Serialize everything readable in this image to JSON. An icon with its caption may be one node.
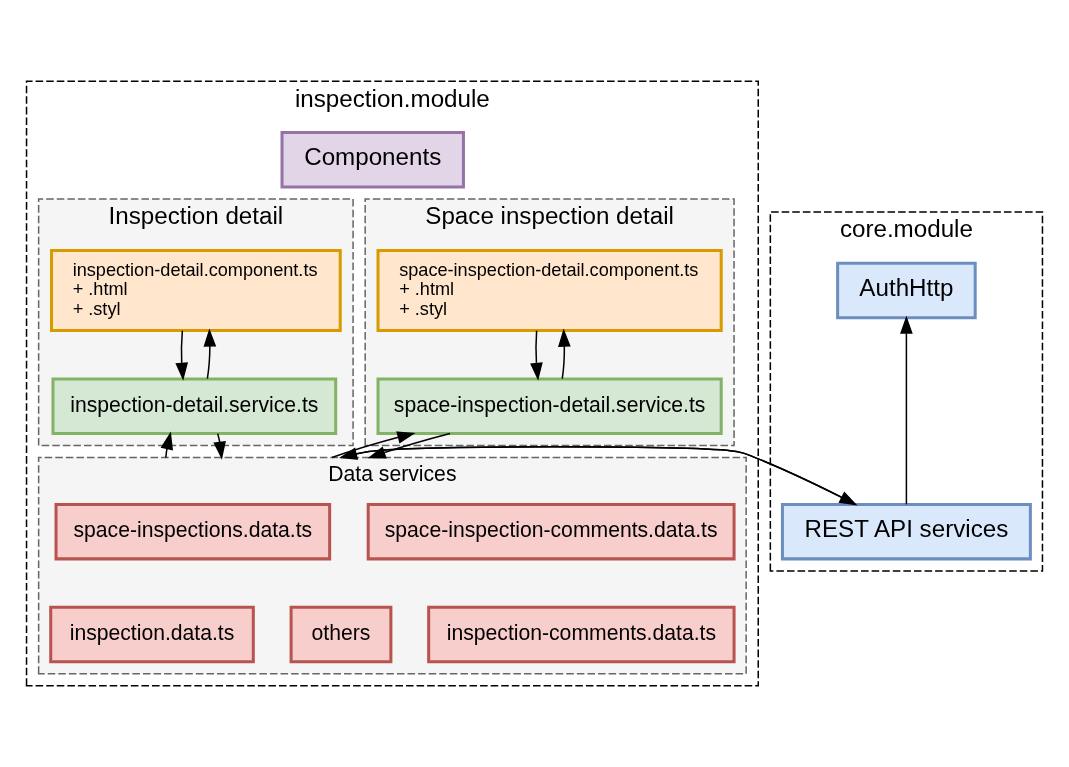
{
  "diagram": {
    "nodes": [
      {
        "text": [
          "inspection.module"
        ]
      },
      {
        "text": [
          "Components"
        ],
        "in": 0
      },
      {
        "text": [
          "Inspection detail"
        ],
        "in": 0
      },
      {
        "text": [
          "inspection-detail.component.ts",
          "+ .html",
          "+ .styl"
        ],
        "in": 2
      },
      {
        "text": [
          "inspection-detail.service.ts"
        ],
        "in": 2
      },
      {
        "text": [
          "Space inspection detail"
        ],
        "in": 0
      },
      {
        "text": [
          "space-inspection-detail.component.ts",
          "+ .html",
          "+ .styl"
        ],
        "in": 5
      },
      {
        "text": [
          "space-inspection-detail.service.ts"
        ],
        "in": 5
      },
      {
        "text": [
          "Data services"
        ],
        "in": 0
      },
      {
        "text": [
          "space-inspections.data.ts"
        ],
        "in": 8
      },
      {
        "text": [
          "space-inspection-comments.data.ts"
        ],
        "in": 8
      },
      {
        "text": [
          "inspection.data.ts"
        ],
        "in": 8
      },
      {
        "text": [
          "inspection-comments.data.ts"
        ],
        "in": 8
      },
      {
        "text": [
          "others"
        ],
        "in": 8
      },
      {
        "text": [
          "core.module"
        ]
      },
      {
        "text": [
          "AuthHttp"
        ],
        "in": 14
      },
      {
        "text": [
          "REST API services"
        ],
        "in": 14
      }
    ],
    "edges": [
      {
        "from": 3,
        "to": 4,
        "arrow": "to"
      },
      {
        "from": 4,
        "to": 3,
        "arrow": "to"
      },
      {
        "from": 6,
        "to": 7,
        "arrow": "to"
      },
      {
        "from": 7,
        "to": 6,
        "arrow": "to"
      },
      {
        "from": 4,
        "to": 8,
        "arrow": "to"
      },
      {
        "from": 8,
        "to": 4,
        "arrow": "to"
      },
      {
        "from": 7,
        "to": 8,
        "arrow": "to"
      },
      {
        "from": 8,
        "to": 7,
        "arrow": "to"
      },
      {
        "from": 8,
        "to": 16,
        "arrow": "to"
      },
      {
        "from": 16,
        "to": 8,
        "arrow": "to"
      },
      {
        "from": 16,
        "to": 15,
        "arrow": "to"
      }
    ]
  }
}
